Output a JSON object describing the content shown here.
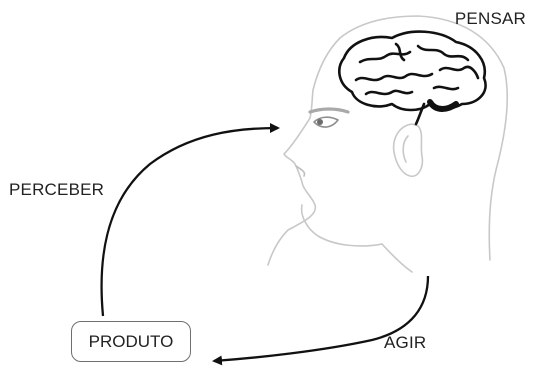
{
  "labels": {
    "pensar": "PENSAR",
    "perceber": "PERCEBER",
    "agir": "AGIR",
    "produto": "PRODUTO"
  },
  "colors": {
    "outline": "#c8c8c8",
    "arrow": "#111111",
    "brain": "#111111"
  }
}
